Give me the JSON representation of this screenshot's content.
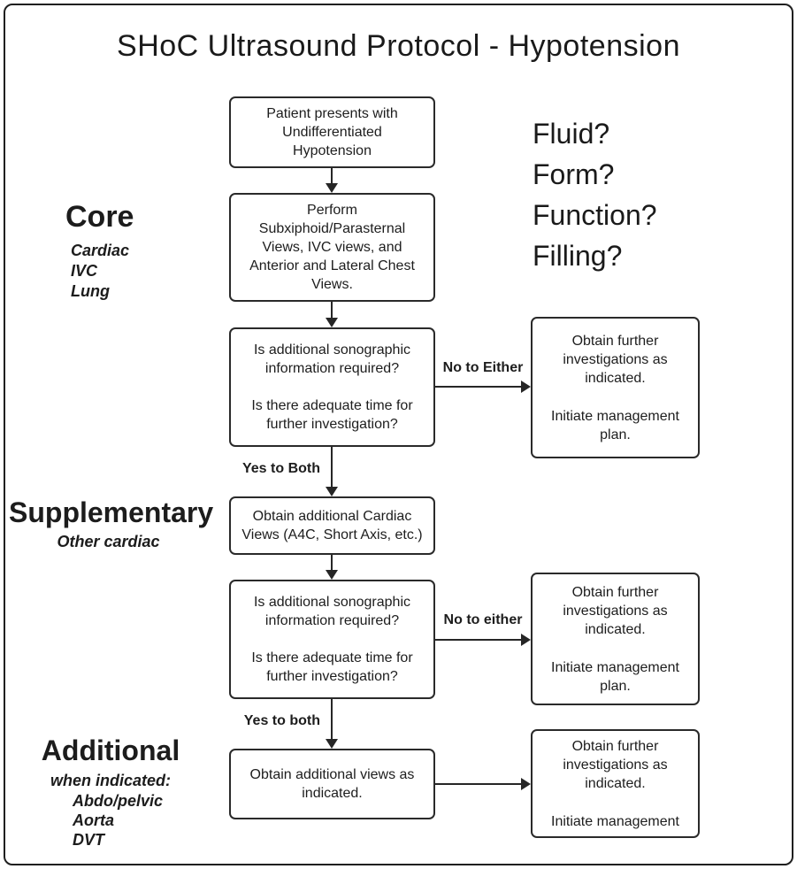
{
  "title": "SHoC Ultrasound Protocol - Hypotension",
  "side_questions": {
    "lines": [
      "Fluid?",
      "Form?",
      "Function?",
      "Filling?"
    ]
  },
  "sections": {
    "core": {
      "heading": "Core",
      "items": [
        "Cardiac",
        "IVC",
        "Lung"
      ]
    },
    "supplementary": {
      "heading": "Supplementary",
      "subheading": "Other cardiac"
    },
    "additional": {
      "heading": "Additional",
      "subheading": "when indicated:",
      "items": [
        "Abdo/pelvic",
        "Aorta",
        "DVT"
      ]
    }
  },
  "flow": {
    "patient_box": "Patient presents with Undifferentiated Hypotension",
    "perform_box": "Perform Subxiphoid/Parasternal Views, IVC views, and Anterior and Lateral Chest Views.",
    "decision1": {
      "q1": "Is additional sonographic information required?",
      "q2": "Is there adequate time for further investigation?"
    },
    "supplementary_box": "Obtain additional Cardiac Views (A4C, Short Axis, etc.)",
    "decision2": {
      "q1": "Is additional sonographic information required?",
      "q2": "Is there adequate time for further investigation?"
    },
    "additional_box": "Obtain additional views as indicated.",
    "outcome1": {
      "p1": "Obtain further investigations as indicated.",
      "p2": "Initiate management plan."
    },
    "outcome2": {
      "p1": "Obtain further investigations as indicated.",
      "p2": "Initiate management plan."
    },
    "outcome3": {
      "p1": "Obtain further investigations as indicated.",
      "p2": "Initiate management"
    }
  },
  "edge_labels": {
    "no_to_either_1": "No to Either",
    "yes_to_both_1": "Yes to Both",
    "no_to_either_2": "No to either",
    "yes_to_both_2": "Yes to both"
  },
  "colors": {
    "ink": "#1d1d1d",
    "line": "#262626",
    "background": "#ffffff"
  }
}
